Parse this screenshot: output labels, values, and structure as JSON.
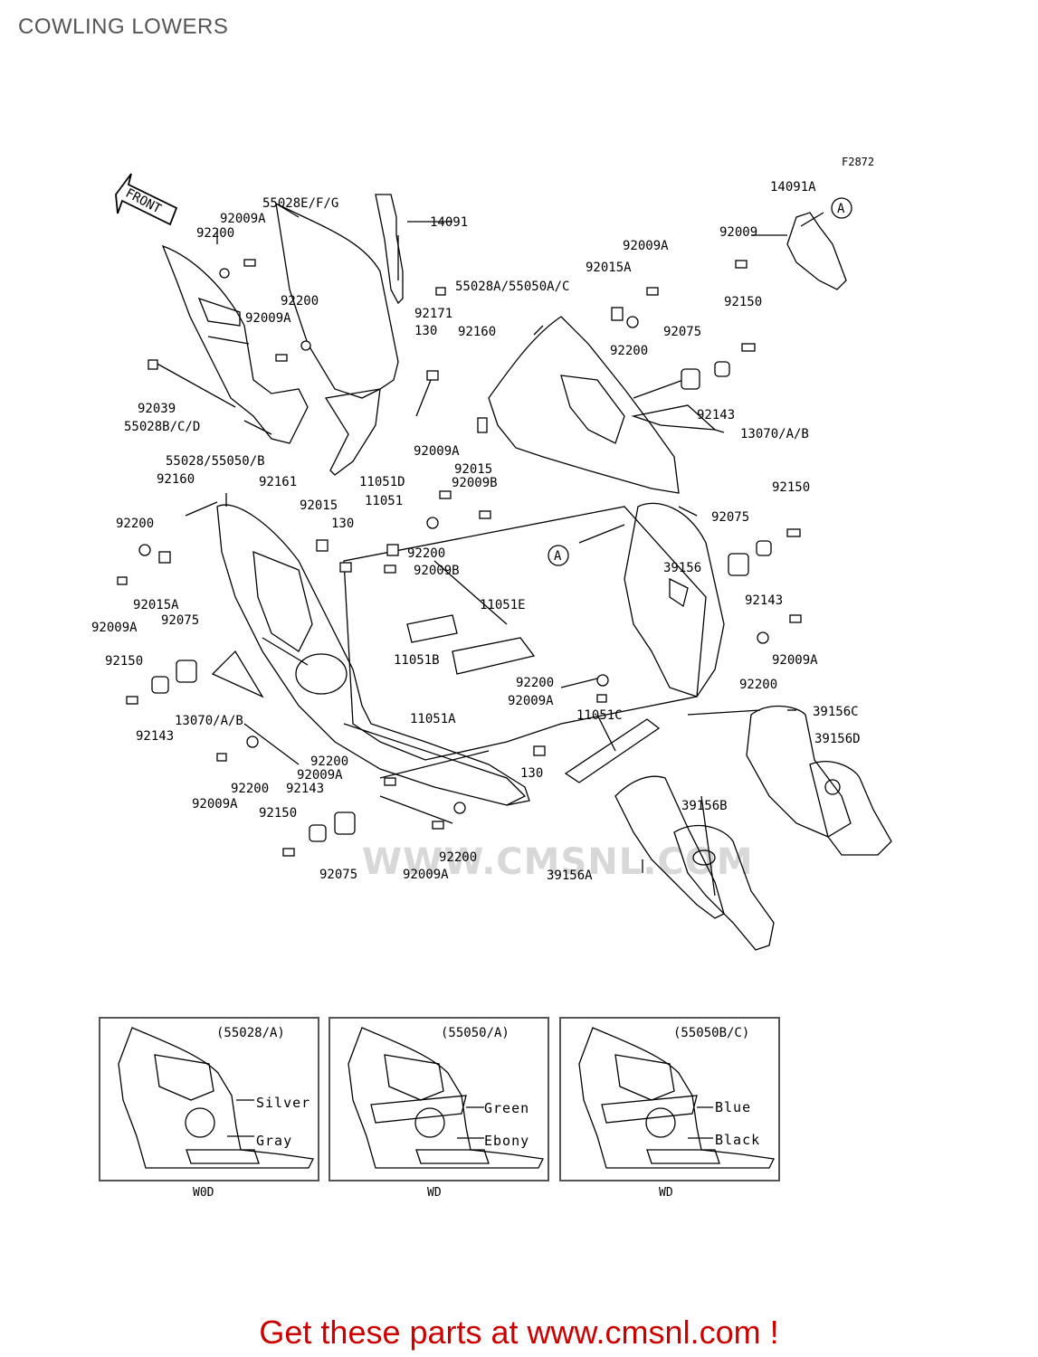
{
  "title": "COWLING LOWERS",
  "figure_code": "F2872",
  "front_label": "FRONT",
  "watermark": "WWW.CMSNL.COM",
  "footer": "Get these parts at www.cmsnl.com !",
  "callout_a": "A",
  "labels": {
    "l01": "55028E/F/G",
    "l02": "14091",
    "l03": "92009A",
    "l04": "92200",
    "l05": "92200",
    "l06": "92009A",
    "l07": "92171",
    "l08": "130",
    "l09": "92039",
    "l10": "55028B/C/D",
    "l11": "92161",
    "l12": "11051D",
    "l13": "55028A/55050A/C",
    "l14": "92160",
    "l15": "92009A",
    "l16": "92015A",
    "l17": "92200",
    "l18": "92075",
    "l19": "92143",
    "l20": "13070/A/B",
    "l21": "14091A",
    "l22": "92009",
    "l23": "92150",
    "l24": "55028/55050/B",
    "l25": "92160",
    "l26": "92015",
    "l27": "11051",
    "l28": "130",
    "l29": "92200",
    "l30": "92009A",
    "l31": "92015",
    "l32": "92009B",
    "l33": "92200",
    "l34": "92009B",
    "l35": "92015A",
    "l36": "92009A",
    "l37": "92075",
    "l38": "92150",
    "l39": "92143",
    "l40": "13070/A/B",
    "l41": "11051E",
    "l42": "11051B",
    "l43": "92200",
    "l44": "92009A",
    "l45": "11051A",
    "l46": "11051C",
    "l47": "130",
    "l48": "92200",
    "l49": "92009A",
    "l50": "92143",
    "l51": "92150",
    "l52": "92200",
    "l53": "92009A",
    "l54": "92075",
    "l55": "92009A",
    "l56": "92200",
    "l57": "92150",
    "l58": "92075",
    "l59": "39156",
    "l60": "92143",
    "l61": "92009A",
    "l62": "92200",
    "l63": "39156C",
    "l64": "39156D",
    "l65": "39156B",
    "l66": "39156A"
  },
  "insets": [
    {
      "code": "(55028/A)",
      "colors": [
        "Silver",
        "Gray"
      ],
      "model": "W0D"
    },
    {
      "code": "(55050/A)",
      "colors": [
        "Green",
        "Ebony"
      ],
      "model": "WD"
    },
    {
      "code": "(55050B/C)",
      "colors": [
        "Blue",
        "Black"
      ],
      "model": "WD"
    }
  ]
}
